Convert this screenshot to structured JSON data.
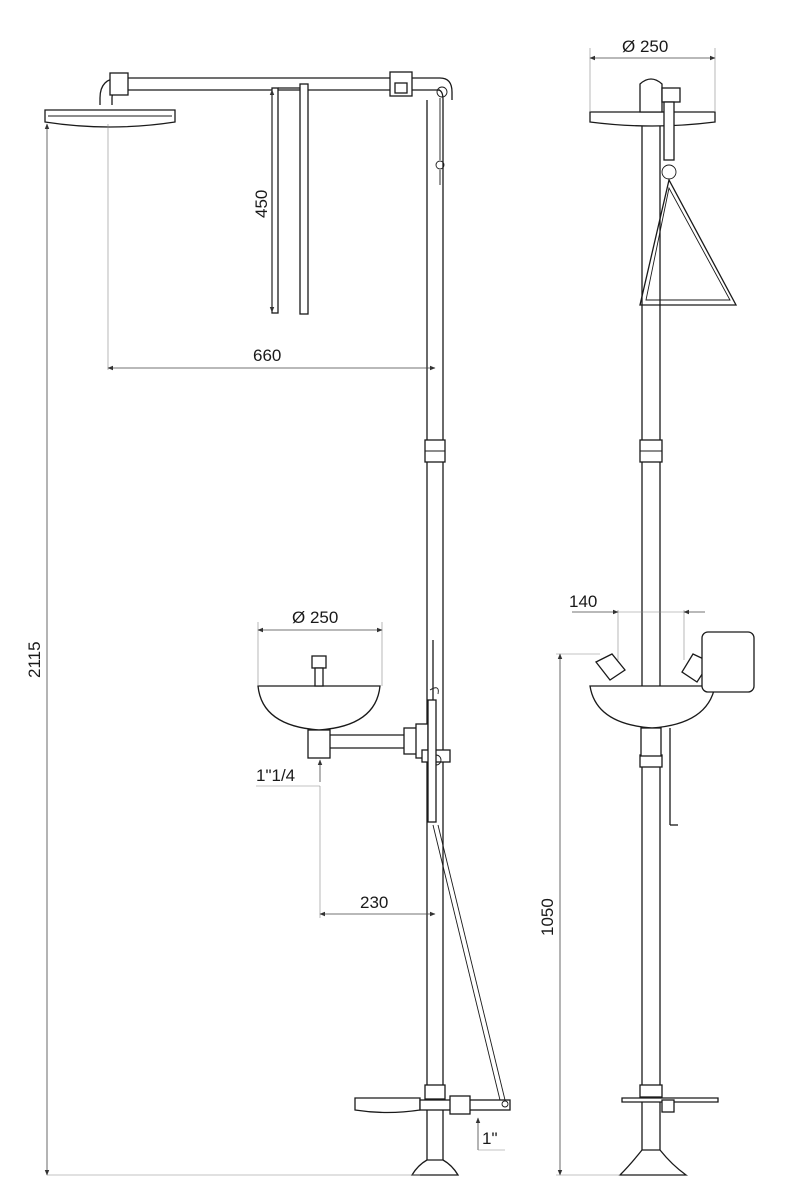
{
  "dimensions": {
    "side_head_diameter": "Ø 250",
    "bowl_diameter": "Ø 250",
    "pull_rod_length": "450",
    "arm_reach": "660",
    "total_height": "2115",
    "drain_size": "1\"1/4",
    "bowl_offset": "230",
    "inlet_size": "1\"",
    "nozzle_spacing": "140",
    "bowl_height": "1050"
  }
}
